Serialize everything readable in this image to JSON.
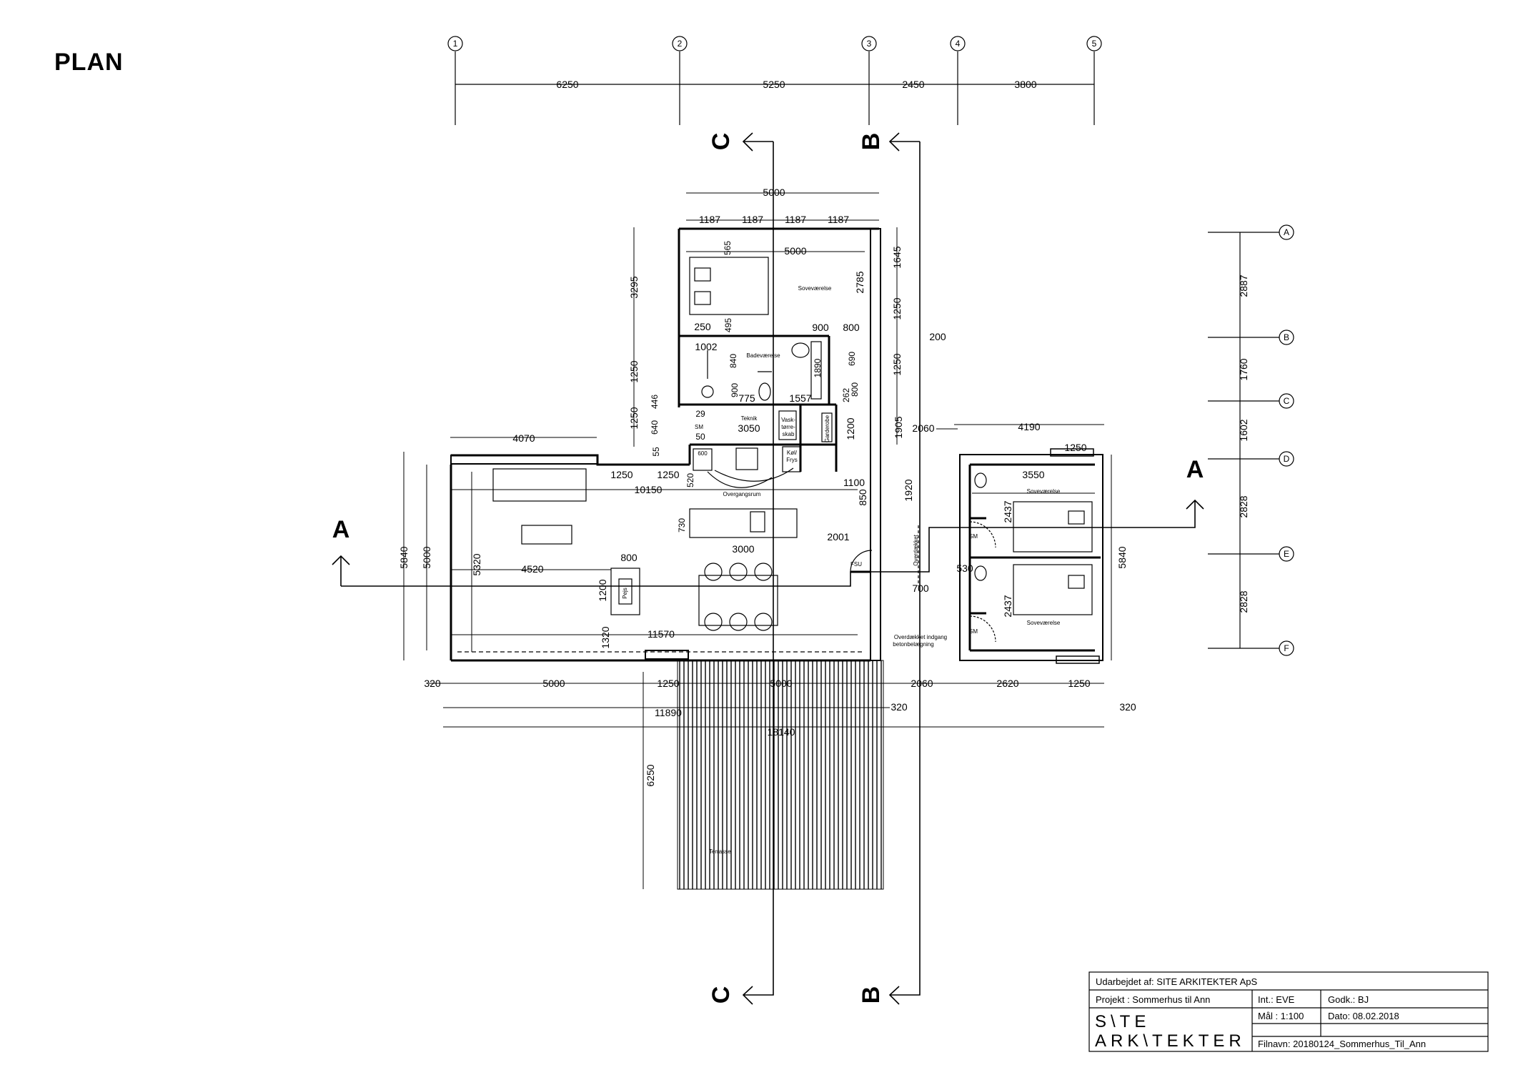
{
  "title": "PLAN",
  "grid_columns": [
    "1",
    "2",
    "3",
    "4",
    "5"
  ],
  "grid_rows": [
    "A",
    "B",
    "C",
    "D",
    "E",
    "F"
  ],
  "column_spacings": [
    "6250",
    "5250",
    "2450",
    "3800"
  ],
  "row_spacings": [
    "2887",
    "1760",
    "1602",
    "2828",
    "2828"
  ],
  "section_markers": [
    "A",
    "A",
    "B",
    "B",
    "C",
    "C"
  ],
  "rooms": {
    "sovevaerelse_top": "Soveværelse",
    "badevaerelse": "Badeværelse",
    "teknik": "Teknik",
    "vask": "Vask-",
    "vask2": "tørre-",
    "vask3": "skab",
    "kf_1": "Køl/",
    "kf_2": "Frys",
    "garderobe": "Garderobe",
    "overgangsrum": "Overgangsrum",
    "sovevaerelse_r1": "Soveværelse",
    "sovevaerelse_r2": "Soveværelse",
    "overdaekket_1": "Overdækket indgang",
    "overdaekket_2": "betonbelægning",
    "terrasse": "Terrasse",
    "pejs": "Pejs",
    "overdaekket_v": "Overdækket",
    "sm1": "SM",
    "sm2": "SM",
    "sm3": "SM",
    "fsu": "FSU",
    "ovn": "600"
  },
  "dimensions": {
    "d5000_top": "5000",
    "d1187_a": "1187",
    "d1187_b": "1187",
    "d1187_c": "1187",
    "d1187_d": "1187",
    "d5000_room": "5000",
    "d565": "565",
    "d3295": "3295",
    "d2785": "2785",
    "d1645": "1645",
    "d1250_r1": "1250",
    "d200": "200",
    "d250": "250",
    "d495": "495",
    "d900_a": "900",
    "d800_a": "800",
    "d1002": "1002",
    "d840": "840",
    "d1250_l1": "1250",
    "d1890": "1890",
    "d690": "690",
    "d1250_r2": "1250",
    "d900_b": "900",
    "d775": "775",
    "d1557": "1557",
    "d262": "262",
    "d800_b": "800",
    "d1250_l2": "1250",
    "d640": "640",
    "d446": "446",
    "d29": "29",
    "d3050": "3050",
    "d1200_v": "1200",
    "d1905": "1905",
    "d2060_top": "2060",
    "d4190": "4190",
    "d4070": "4070",
    "d55": "55",
    "d50": "50",
    "d1250_r3": "1250",
    "d1250_a": "1250",
    "d1250_b": "1250",
    "d520": "520",
    "d1100": "1100",
    "d10150": "10150",
    "d850": "850",
    "d1920": "1920",
    "d3550": "3550",
    "d730": "730",
    "d2001": "2001",
    "d2437_a": "2437",
    "d3000": "3000",
    "d5840_l": "5840",
    "d5000_l": "5000",
    "d5320": "5320",
    "d4520": "4520",
    "d800_c": "800",
    "d1200_p": "1200",
    "d530": "530",
    "d700": "700",
    "d2437_b": "2437",
    "d5840_r": "5840",
    "d1320": "1320",
    "d11570": "11570",
    "d320_l": "320",
    "d5000_b": "5000",
    "d1250_c": "1250",
    "d5000_c": "5000",
    "d2060_b": "2060",
    "d2620": "2620",
    "d1250_d": "1250",
    "d320_r": "320",
    "d320_m": "320",
    "d11890": "11890",
    "d18140": "18140",
    "d6250_t": "6250"
  },
  "title_block": {
    "udarbejdet": "Udarbejdet af: SITE ARKITEKTER ApS",
    "projekt": "Projekt : Sommerhus til Ann",
    "int": "Int.: EVE",
    "godk": "Godk.: BJ",
    "maal": "Mål : 1:100",
    "dato": "Dato: 08.02.2018",
    "filnavn": "Filnavn: 20180124_Sommerhus_Til_Ann",
    "logo_line1": "S\\TE",
    "logo_line2": "ARK\\TEKTER"
  }
}
